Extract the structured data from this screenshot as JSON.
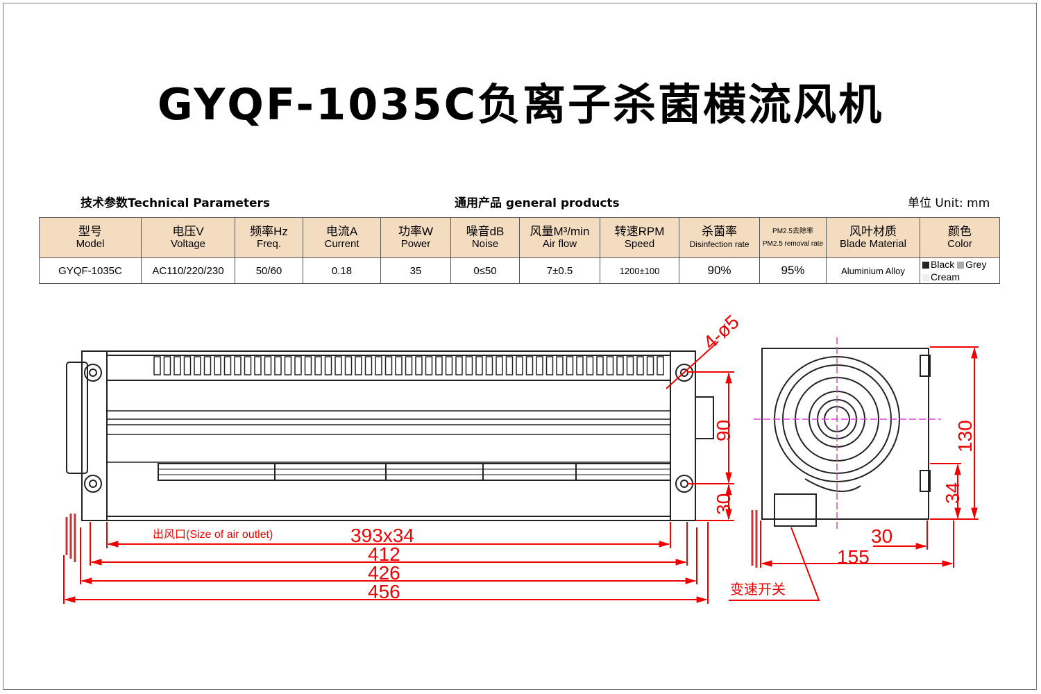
{
  "title": "GYQF-1035C负离子杀菌横流风机",
  "headers": {
    "technical": "技术参数Technical Parameters",
    "general": "通用产品 general products",
    "unit": "单位 Unit: mm"
  },
  "columns": [
    {
      "zh": "型号",
      "en": "Model"
    },
    {
      "zh": "电压V",
      "en": "Voltage"
    },
    {
      "zh": "频率Hz",
      "en": "Freq."
    },
    {
      "zh": "电流A",
      "en": "Current"
    },
    {
      "zh": "功率W",
      "en": "Power"
    },
    {
      "zh": "噪音dB",
      "en": "Noise"
    },
    {
      "zh": "风量M³/min",
      "en": "Air flow"
    },
    {
      "zh": "转速RPM",
      "en": "Speed"
    },
    {
      "zh": "杀菌率",
      "en": "Disinfection rate"
    },
    {
      "zh": "PM2.5去除率",
      "en": "PM2.5 removal rate"
    },
    {
      "zh": "风叶材质",
      "en": "Blade Material"
    },
    {
      "zh": "颜色",
      "en": "Color"
    }
  ],
  "row": {
    "model": "GYQF-1035C",
    "voltage": "AC110/220/230",
    "freq": "50/60",
    "current": "0.18",
    "power": "35",
    "noise": "0≤50",
    "airflow": "7±0.5",
    "speed": "1200±100",
    "disinfection": "90%",
    "pm25": "95%",
    "material": "Aluminium Alloy",
    "colors": [
      {
        "name": "Black",
        "swatch": "#222222"
      },
      {
        "name": "Grey",
        "swatch": "#aaaaaa"
      },
      {
        "name": "Cream",
        "swatch": "#eeeeee"
      }
    ]
  },
  "dimensions": {
    "outlet_label": "出风口(Size of  air outlet)",
    "outlet_size": "393x34",
    "width_412": "412",
    "width_426": "426",
    "width_456": "456",
    "height_90": "90",
    "height_30_front": "30",
    "holes": "4-ø5",
    "side_130": "130",
    "side_34": "34",
    "side_30": "30",
    "side_155": "155",
    "speed_switch": "变速开关"
  },
  "colors": {
    "dimension": "#e00000",
    "header_bg": "#f4dcc0",
    "drawing": "#222222",
    "center_line": "#e040e0"
  }
}
